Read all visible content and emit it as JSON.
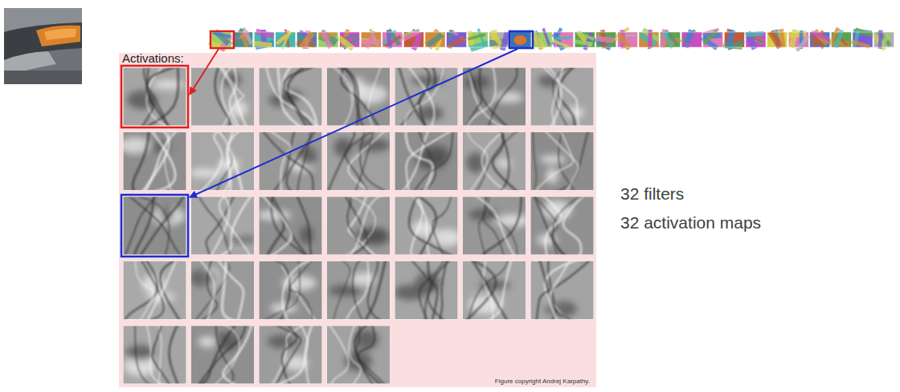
{
  "diagram": {
    "nodes": [
      {
        "text": [
          "Activations:",
          "Figure copyright Andrej Karpathy."
        ]
      }
    ],
    "labels": [
      "32 filters",
      "32 activation maps"
    ]
  }
}
